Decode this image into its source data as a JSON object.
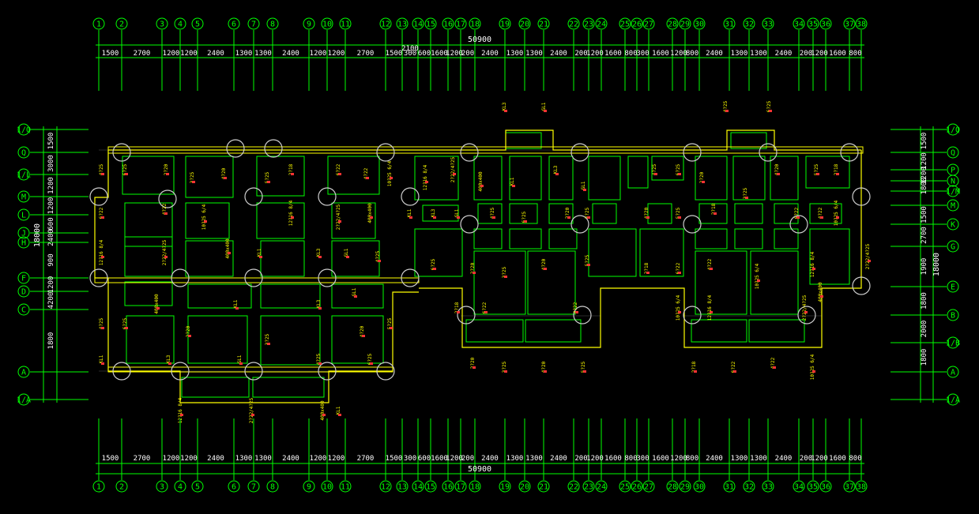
{
  "drawing": {
    "colors": {
      "axis": "#00ff00",
      "beam": "#ffff00",
      "wall": "#00ff00",
      "column_ring": "#cccccc",
      "dim_text": "#ffffff",
      "rebar": "#ff3333",
      "background": "#000000"
    },
    "top_axes": [
      "1",
      "2",
      "3",
      "4",
      "5",
      "6",
      "7",
      "8",
      "9",
      "10",
      "11",
      "12",
      "13",
      "14",
      "15",
      "16",
      "17",
      "18",
      "19",
      "20",
      "21",
      "22",
      "23",
      "24",
      "25",
      "26",
      "27",
      "28",
      "29",
      "30",
      "31",
      "32",
      "33",
      "34",
      "35",
      "36",
      "37",
      "38"
    ],
    "top_dims": [
      "1500",
      "2700",
      "1200",
      "1200",
      "2400",
      "1300",
      "1300",
      "2400",
      "1200",
      "1200",
      "2700",
      "1500",
      "300",
      "600",
      "1600",
      "1200",
      "200",
      "2400",
      "1300",
      "1300",
      "2400",
      "200",
      "1200",
      "1600",
      "800",
      "300",
      "1600",
      "1200",
      "800",
      "2400",
      "1300",
      "1300",
      "2400",
      "200",
      "1200",
      "1600",
      "800"
    ],
    "bottom_dims": [
      "1500",
      "2700",
      "1200",
      "1200",
      "2400",
      "1300",
      "1300",
      "2400",
      "1200",
      "1200",
      "2700",
      "1500",
      "300",
      "600",
      "1600",
      "1200",
      "200",
      "2400",
      "1300",
      "1300",
      "2400",
      "200",
      "1200",
      "1600",
      "800",
      "300",
      "1600",
      "1200",
      "800",
      "2400",
      "1300",
      "1300",
      "2400",
      "200",
      "1200",
      "1600",
      "800"
    ],
    "total_width": "50900",
    "top_extra_label": "2100",
    "left_axes": [
      "1/Q",
      "Q",
      "1/L",
      "M",
      "L",
      "J",
      "H",
      "F",
      "D",
      "C",
      "A",
      "1/A"
    ],
    "left_dims": [
      "1500",
      "3000",
      "1200",
      "1200",
      "600",
      "2400",
      "900",
      "1200",
      "4200",
      "1800"
    ],
    "left_total": "18000",
    "right_axes": [
      "1/Q",
      "Q",
      "P",
      "N",
      "1/M",
      "M",
      "K",
      "G",
      "E",
      "B",
      "1/B",
      "A",
      "1/A"
    ],
    "right_dims": [
      "1500",
      "1200",
      "1200",
      "1800",
      "1500",
      "2700",
      "1900",
      "1800",
      "2000",
      "1800"
    ],
    "right_total": "18000",
    "rebar_labels": [
      "4?25",
      "6?25",
      "2?20",
      "3?25",
      "4?20",
      "5?25",
      "2?18",
      "6?22",
      "4?22",
      "10?25 6/4",
      "12?16 8/4",
      "2?22/4?25",
      "400x400",
      "KL1",
      "KL3",
      "GL1"
    ]
  }
}
